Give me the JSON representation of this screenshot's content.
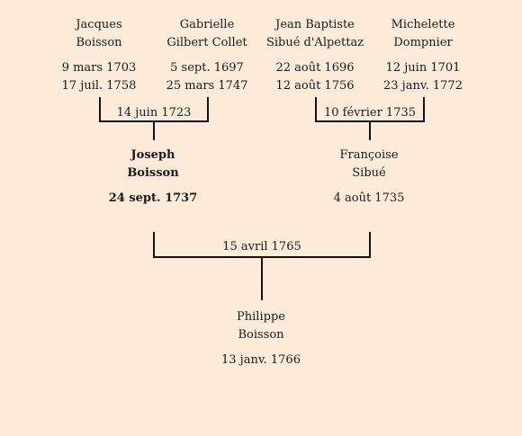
{
  "grandparents": [
    {
      "first": "Jacques",
      "last": "Boisson",
      "birth": "9 mars 1703",
      "death": "17 juil. 1758"
    },
    {
      "first": "Gabrielle",
      "last": "Gilbert Collet",
      "birth": "5 sept. 1697",
      "death": "25 mars 1747"
    },
    {
      "first": "Jean Baptiste",
      "last": "Sibué d'Alpettaz",
      "birth": "22 août 1696",
      "death": "12 août 1756"
    },
    {
      "first": "Michelette",
      "last": "Dompnier",
      "birth": "12 juin 1701",
      "death": "23 janv. 1772"
    }
  ],
  "marriages": {
    "paternal": "14 juin 1723",
    "maternal": "10 février 1735",
    "parents": "15 avril 1765"
  },
  "parents": [
    {
      "first": "Joseph",
      "last": "Boisson",
      "birth": "24 sept. 1737"
    },
    {
      "first": "Françoise",
      "last": "Sibué",
      "birth": "4 août 1735"
    }
  ],
  "child": {
    "first": "Philippe",
    "last": "Boisson",
    "birth": "13 janv. 1766"
  }
}
